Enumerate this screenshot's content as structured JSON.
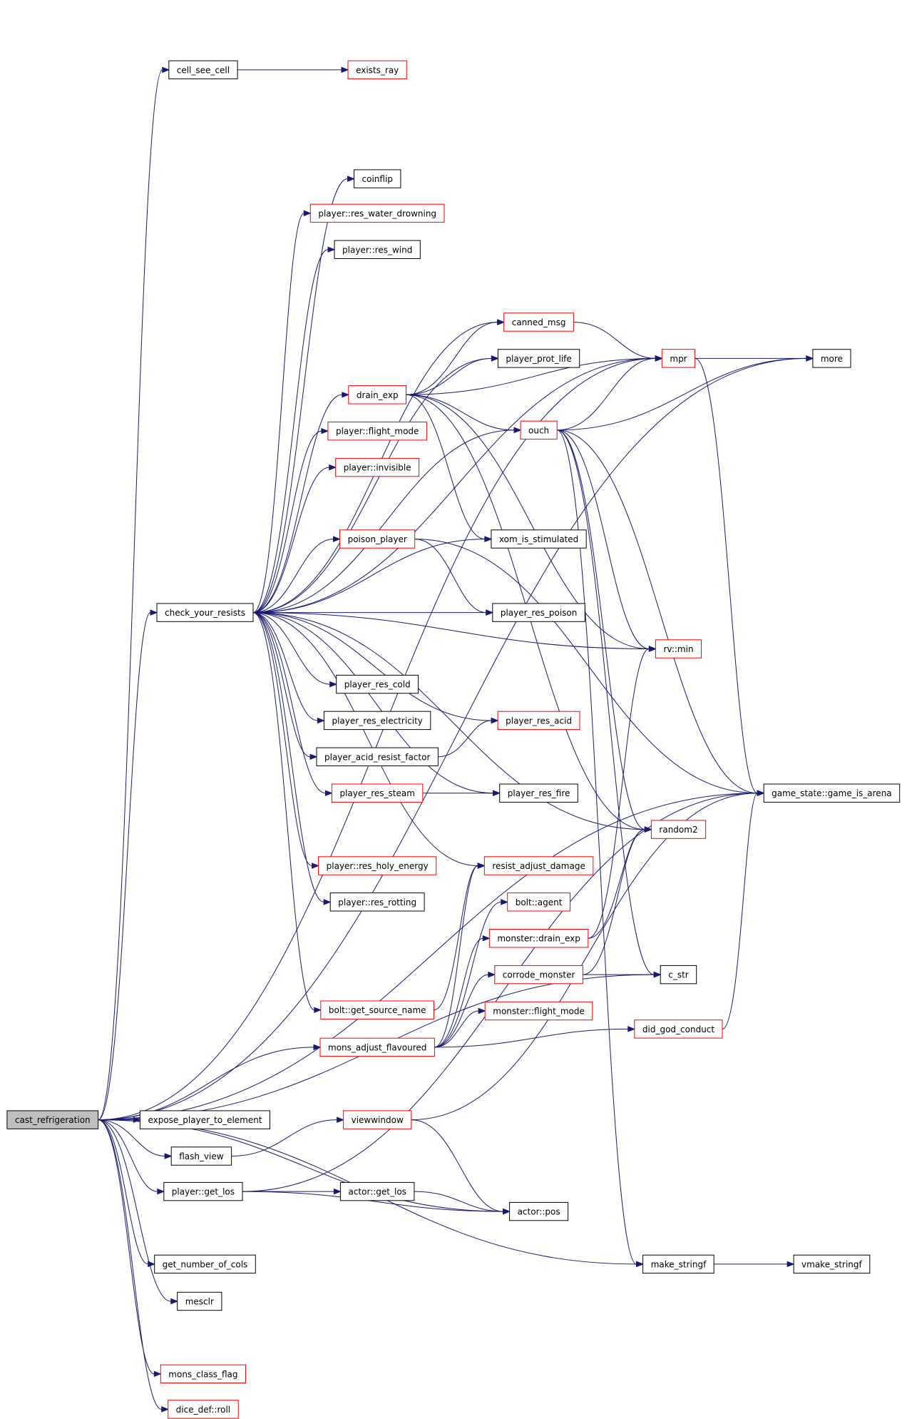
{
  "colors": {
    "edge": "#191970",
    "node_border_default": "#000000",
    "node_border_incomplete": "#ff0000",
    "root_fill": "#bfbfbf",
    "node_fill": "#ffffff",
    "background": "#ffffff"
  },
  "nodes": [
    {
      "id": "cast_refrigeration",
      "label": "cast_refrigeration",
      "border": "black",
      "root": true
    },
    {
      "id": "cell_see_cell",
      "label": "cell_see_cell",
      "border": "black"
    },
    {
      "id": "exists_ray",
      "label": "exists_ray",
      "border": "red"
    },
    {
      "id": "coinflip",
      "label": "coinflip",
      "border": "black"
    },
    {
      "id": "res_water_drowning",
      "label": "player::res_water_drowning",
      "border": "red"
    },
    {
      "id": "res_wind",
      "label": "player::res_wind",
      "border": "black"
    },
    {
      "id": "canned_msg",
      "label": "canned_msg",
      "border": "red"
    },
    {
      "id": "player_prot_life",
      "label": "player_prot_life",
      "border": "black"
    },
    {
      "id": "mpr",
      "label": "mpr",
      "border": "red"
    },
    {
      "id": "more",
      "label": "more",
      "border": "black"
    },
    {
      "id": "drain_exp",
      "label": "drain_exp",
      "border": "red"
    },
    {
      "id": "ouch",
      "label": "ouch",
      "border": "red"
    },
    {
      "id": "flight_mode",
      "label": "player::flight_mode",
      "border": "red"
    },
    {
      "id": "invisible",
      "label": "player::invisible",
      "border": "red"
    },
    {
      "id": "poison_player",
      "label": "poison_player",
      "border": "red"
    },
    {
      "id": "xom_is_stimulated",
      "label": "xom_is_stimulated",
      "border": "black"
    },
    {
      "id": "check_your_resists",
      "label": "check_your_resists",
      "border": "black"
    },
    {
      "id": "player_res_poison",
      "label": "player_res_poison",
      "border": "black"
    },
    {
      "id": "rv_min",
      "label": "rv::min",
      "border": "red"
    },
    {
      "id": "player_res_cold",
      "label": "player_res_cold",
      "border": "black"
    },
    {
      "id": "player_res_electricity",
      "label": "player_res_electricity",
      "border": "black"
    },
    {
      "id": "player_res_acid",
      "label": "player_res_acid",
      "border": "red"
    },
    {
      "id": "player_acid_resist_factor",
      "label": "player_acid_resist_factor",
      "border": "black"
    },
    {
      "id": "player_res_steam",
      "label": "player_res_steam",
      "border": "red"
    },
    {
      "id": "player_res_fire",
      "label": "player_res_fire",
      "border": "black"
    },
    {
      "id": "game_is_arena",
      "label": "game_state::game_is_arena",
      "border": "black"
    },
    {
      "id": "random2",
      "label": "random2",
      "border": "red"
    },
    {
      "id": "res_holy_energy",
      "label": "player::res_holy_energy",
      "border": "red"
    },
    {
      "id": "resist_adjust_damage",
      "label": "resist_adjust_damage",
      "border": "red"
    },
    {
      "id": "res_rotting",
      "label": "player::res_rotting",
      "border": "black"
    },
    {
      "id": "bolt_agent",
      "label": "bolt::agent",
      "border": "red"
    },
    {
      "id": "monster_drain_exp",
      "label": "monster::drain_exp",
      "border": "red"
    },
    {
      "id": "corrode_monster",
      "label": "corrode_monster",
      "border": "red"
    },
    {
      "id": "c_str",
      "label": "c_str",
      "border": "black"
    },
    {
      "id": "get_source_name",
      "label": "bolt::get_source_name",
      "border": "red"
    },
    {
      "id": "monster_flight_mode",
      "label": "monster::flight_mode",
      "border": "red"
    },
    {
      "id": "mons_adjust_flavoured",
      "label": "mons_adjust_flavoured",
      "border": "red"
    },
    {
      "id": "did_god_conduct",
      "label": "did_god_conduct",
      "border": "red"
    },
    {
      "id": "expose_player_to_element",
      "label": "expose_player_to_element",
      "border": "black"
    },
    {
      "id": "viewwindow",
      "label": "viewwindow",
      "border": "red"
    },
    {
      "id": "flash_view",
      "label": "flash_view",
      "border": "black"
    },
    {
      "id": "player_get_los",
      "label": "player::get_los",
      "border": "black"
    },
    {
      "id": "actor_get_los",
      "label": "actor::get_los",
      "border": "black"
    },
    {
      "id": "actor_pos",
      "label": "actor::pos",
      "border": "black"
    },
    {
      "id": "get_number_of_cols",
      "label": "get_number_of_cols",
      "border": "black"
    },
    {
      "id": "make_stringf",
      "label": "make_stringf",
      "border": "black"
    },
    {
      "id": "vmake_stringf",
      "label": "vmake_stringf",
      "border": "black"
    },
    {
      "id": "mesclr",
      "label": "mesclr",
      "border": "black"
    },
    {
      "id": "mons_class_flag",
      "label": "mons_class_flag",
      "border": "red"
    },
    {
      "id": "dice_def_roll",
      "label": "dice_def::roll",
      "border": "red"
    }
  ],
  "edges": [
    {
      "from": "cast_refrigeration",
      "to": "cell_see_cell"
    },
    {
      "from": "cast_refrigeration",
      "to": "more"
    },
    {
      "from": "cast_refrigeration",
      "to": "mpr"
    },
    {
      "from": "cast_refrigeration",
      "to": "check_your_resists"
    },
    {
      "from": "cast_refrigeration",
      "to": "mons_adjust_flavoured"
    },
    {
      "from": "cast_refrigeration",
      "to": "c_str"
    },
    {
      "from": "cast_refrigeration",
      "to": "expose_player_to_element"
    },
    {
      "from": "cast_refrigeration",
      "to": "flash_view"
    },
    {
      "from": "cast_refrigeration",
      "to": "player_get_los"
    },
    {
      "from": "cast_refrigeration",
      "to": "actor_pos"
    },
    {
      "from": "cast_refrigeration",
      "to": "get_number_of_cols"
    },
    {
      "from": "cast_refrigeration",
      "to": "mesclr"
    },
    {
      "from": "cast_refrigeration",
      "to": "make_stringf"
    },
    {
      "from": "cast_refrigeration",
      "to": "mons_class_flag"
    },
    {
      "from": "cast_refrigeration",
      "to": "dice_def_roll"
    },
    {
      "from": "cast_refrigeration",
      "to": "game_is_arena"
    },
    {
      "from": "cell_see_cell",
      "to": "exists_ray"
    },
    {
      "from": "check_your_resists",
      "to": "coinflip"
    },
    {
      "from": "check_your_resists",
      "to": "res_water_drowning"
    },
    {
      "from": "check_your_resists",
      "to": "res_wind"
    },
    {
      "from": "check_your_resists",
      "to": "canned_msg"
    },
    {
      "from": "check_your_resists",
      "to": "player_prot_life"
    },
    {
      "from": "check_your_resists",
      "to": "mpr"
    },
    {
      "from": "check_your_resists",
      "to": "drain_exp"
    },
    {
      "from": "check_your_resists",
      "to": "ouch"
    },
    {
      "from": "check_your_resists",
      "to": "flight_mode"
    },
    {
      "from": "check_your_resists",
      "to": "invisible"
    },
    {
      "from": "check_your_resists",
      "to": "poison_player"
    },
    {
      "from": "check_your_resists",
      "to": "xom_is_stimulated"
    },
    {
      "from": "check_your_resists",
      "to": "player_res_poison"
    },
    {
      "from": "check_your_resists",
      "to": "rv_min"
    },
    {
      "from": "check_your_resists",
      "to": "player_res_cold"
    },
    {
      "from": "check_your_resists",
      "to": "player_res_electricity"
    },
    {
      "from": "check_your_resists",
      "to": "player_res_acid"
    },
    {
      "from": "check_your_resists",
      "to": "player_acid_resist_factor"
    },
    {
      "from": "check_your_resists",
      "to": "player_res_steam"
    },
    {
      "from": "check_your_resists",
      "to": "player_res_fire"
    },
    {
      "from": "check_your_resists",
      "to": "random2"
    },
    {
      "from": "check_your_resists",
      "to": "res_holy_energy"
    },
    {
      "from": "check_your_resists",
      "to": "res_rotting"
    },
    {
      "from": "check_your_resists",
      "to": "resist_adjust_damage"
    },
    {
      "from": "check_your_resists",
      "to": "get_source_name"
    },
    {
      "from": "drain_exp",
      "to": "canned_msg"
    },
    {
      "from": "drain_exp",
      "to": "player_prot_life"
    },
    {
      "from": "drain_exp",
      "to": "mpr"
    },
    {
      "from": "drain_exp",
      "to": "ouch"
    },
    {
      "from": "drain_exp",
      "to": "xom_is_stimulated"
    },
    {
      "from": "drain_exp",
      "to": "rv_min"
    },
    {
      "from": "drain_exp",
      "to": "random2"
    },
    {
      "from": "canned_msg",
      "to": "mpr"
    },
    {
      "from": "mpr",
      "to": "more"
    },
    {
      "from": "mpr",
      "to": "game_is_arena"
    },
    {
      "from": "ouch",
      "to": "mpr"
    },
    {
      "from": "ouch",
      "to": "more"
    },
    {
      "from": "ouch",
      "to": "game_is_arena"
    },
    {
      "from": "ouch",
      "to": "rv_min"
    },
    {
      "from": "ouch",
      "to": "random2"
    },
    {
      "from": "ouch",
      "to": "c_str"
    },
    {
      "from": "ouch",
      "to": "make_stringf"
    },
    {
      "from": "poison_player",
      "to": "player_res_poison"
    },
    {
      "from": "poison_player",
      "to": "game_is_arena"
    },
    {
      "from": "player_acid_resist_factor",
      "to": "player_res_acid"
    },
    {
      "from": "player_res_steam",
      "to": "player_res_fire"
    },
    {
      "from": "mons_adjust_flavoured",
      "to": "resist_adjust_damage"
    },
    {
      "from": "mons_adjust_flavoured",
      "to": "bolt_agent"
    },
    {
      "from": "mons_adjust_flavoured",
      "to": "monster_drain_exp"
    },
    {
      "from": "mons_adjust_flavoured",
      "to": "corrode_monster"
    },
    {
      "from": "mons_adjust_flavoured",
      "to": "monster_flight_mode"
    },
    {
      "from": "mons_adjust_flavoured",
      "to": "did_god_conduct"
    },
    {
      "from": "get_source_name",
      "to": "resist_adjust_damage"
    },
    {
      "from": "monster_drain_exp",
      "to": "rv_min"
    },
    {
      "from": "monster_drain_exp",
      "to": "random2"
    },
    {
      "from": "corrode_monster",
      "to": "random2"
    },
    {
      "from": "corrode_monster",
      "to": "c_str"
    },
    {
      "from": "did_god_conduct",
      "to": "game_is_arena"
    },
    {
      "from": "flash_view",
      "to": "viewwindow"
    },
    {
      "from": "viewwindow",
      "to": "game_is_arena"
    },
    {
      "from": "viewwindow",
      "to": "actor_pos"
    },
    {
      "from": "player_get_los",
      "to": "actor_get_los"
    },
    {
      "from": "player_get_los",
      "to": "actor_pos"
    },
    {
      "from": "player_get_los",
      "to": "game_is_arena"
    },
    {
      "from": "actor_get_los",
      "to": "actor_pos"
    },
    {
      "from": "make_stringf",
      "to": "vmake_stringf"
    }
  ]
}
